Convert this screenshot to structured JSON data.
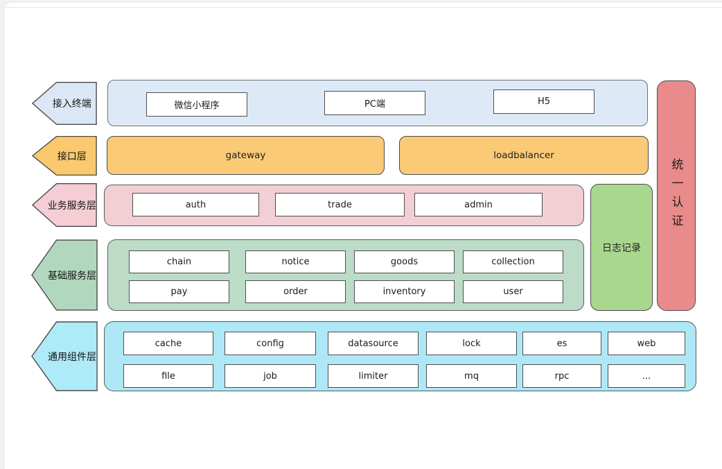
{
  "layers": {
    "terminal": {
      "label": "接入终端",
      "boxes": [
        "微信小程序",
        "PC端",
        "H5"
      ]
    },
    "interface": {
      "label": "接口层",
      "boxes": [
        "gateway",
        "loadbalancer"
      ]
    },
    "business": {
      "label": "业务服务层",
      "boxes": [
        "auth",
        "trade",
        "admin"
      ]
    },
    "basic": {
      "label": "基础服务层",
      "row1": [
        "chain",
        "notice",
        "goods",
        "collection"
      ],
      "row2": [
        "pay",
        "order",
        "inventory",
        "user"
      ]
    },
    "common": {
      "label": "通用组件层",
      "row1": [
        "cache",
        "config",
        "datasource",
        "lock",
        "es",
        "web"
      ],
      "row2": [
        "file",
        "job",
        "limiter",
        "mq",
        "rpc",
        "..."
      ]
    }
  },
  "sidebar": {
    "log_label": "日志记录",
    "auth_label": "统一认证"
  },
  "colors": {
    "terminal_fill": "#dde9f6",
    "terminal_arrow_fill": "#dbe7f4",
    "interface_fill": "#fbca77",
    "business_fill": "#f2ced5",
    "basic_fill": "#bcdcc8",
    "common_fill": "#aee8f6",
    "log_fill": "#a9d78e",
    "unified_auth_fill": "#e98b8b"
  }
}
